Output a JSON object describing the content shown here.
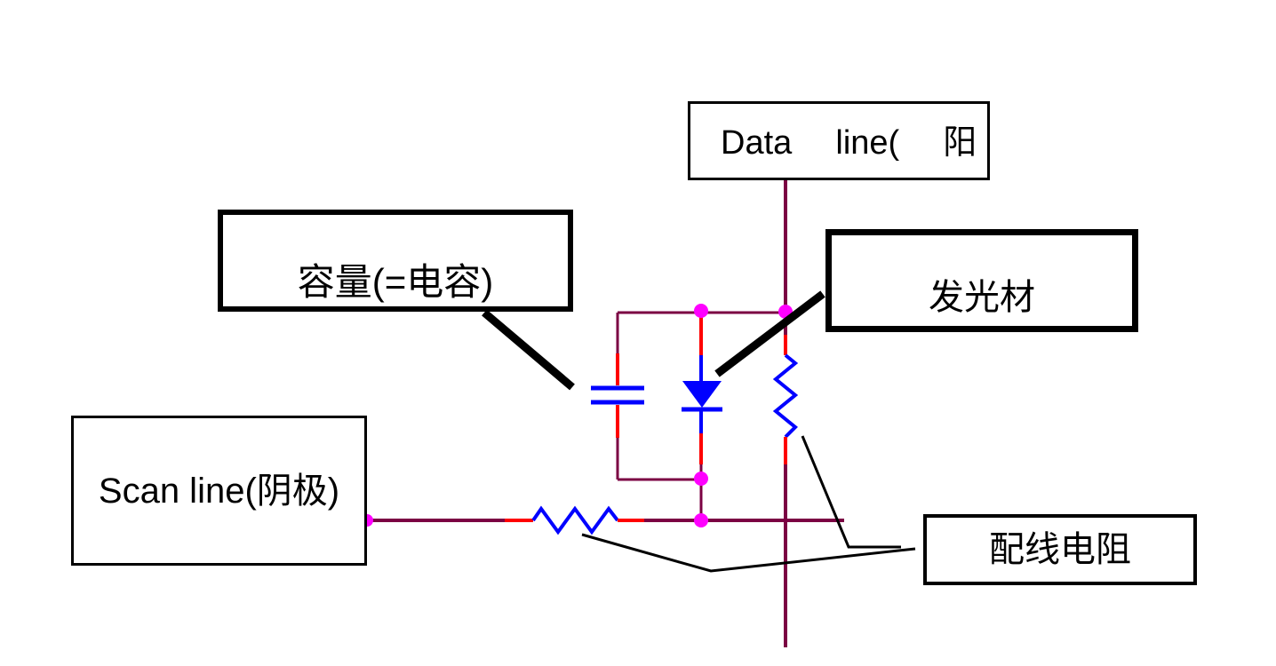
{
  "diagram": {
    "description": "Passive-matrix OLED pixel equivalent circuit with labeled capacitor, light-emitting diode and wiring resistors",
    "labels": {
      "data_line": "Data  line(  阳",
      "capacity": "容量(=电容)",
      "emitter": "发光材",
      "scan_line": "Scan line(阴极)",
      "wiring_resistance": "配线电阻"
    },
    "components": {
      "capacitor": "capacitor-symbol",
      "diode": "diode-symbol",
      "data_line_resistor": "resistor-symbol-vertical",
      "scan_line_resistor": "resistor-symbol-horizontal",
      "junction_dot_count": 5
    },
    "colors": {
      "wire": "#7B0243",
      "segment": "#FF0000",
      "component": "#0000FF",
      "junction": "#FF00FF",
      "pointer": "#000000",
      "border": "#000000",
      "background": "#FFFFFF"
    }
  }
}
